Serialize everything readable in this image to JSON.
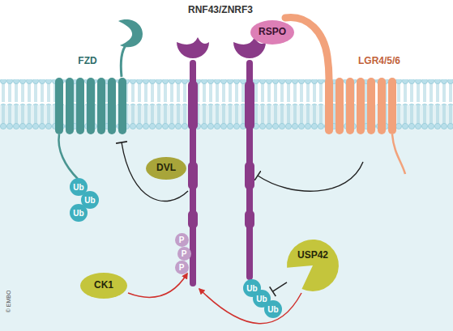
{
  "diagram": {
    "nodes": [
      {
        "text": [
          "RSPO"
        ]
      },
      {
        "text": [
          "FZD"
        ]
      },
      {
        "text": [
          "LGR4/5/6"
        ]
      },
      {
        "text": [
          "DVL"
        ]
      },
      {
        "text": [
          "Ub"
        ]
      },
      {
        "text": [
          "Ub"
        ]
      },
      {
        "text": [
          "Ub"
        ]
      },
      {
        "text": [
          "P"
        ]
      },
      {
        "text": [
          "P"
        ]
      },
      {
        "text": [
          "P"
        ]
      },
      {
        "text": [
          "CK1"
        ]
      },
      {
        "text": [
          "USP42"
        ]
      },
      {
        "text": [
          "Ub"
        ]
      },
      {
        "text": [
          "Ub"
        ]
      },
      {
        "text": [
          "Ub"
        ]
      }
    ],
    "edges": [
      {
        "from": 11,
        "to": 13,
        "arrow": "to"
      }
    ],
    "labels": [
      "RNF43/ZNRF3",
      "© EMBO"
    ]
  }
}
